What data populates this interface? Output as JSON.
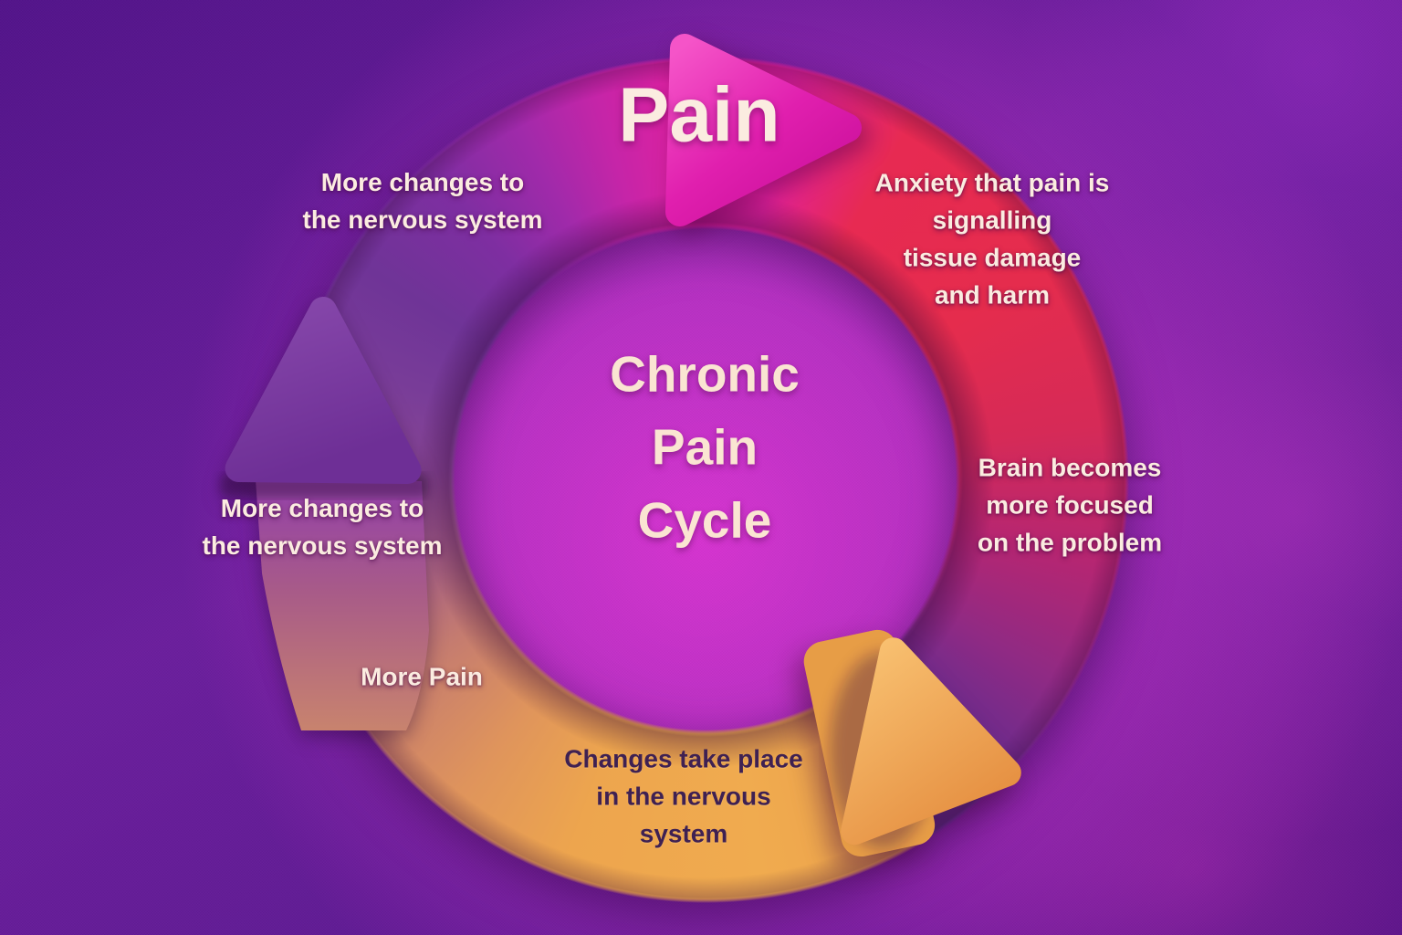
{
  "diagram": {
    "center_title": "Chronic\nPain\nCycle",
    "top_label": "Pain",
    "labels": {
      "anxiety": "Anxiety that pain is\nsignalling\ntissue damage\nand harm",
      "brain": "Brain becomes\nmore focused\non the problem",
      "changes": "Changes take place\nin the nervous\nsystem",
      "more_pain": "More Pain",
      "more_changes_left": "More changes to\nthe nervous system",
      "more_changes_top": "More changes to\nthe nervous system"
    }
  },
  "colors": {
    "text-cream": "#fbece0",
    "text-dark": "#3f2152",
    "magenta": "#de1f9f",
    "red": "#e62b4f",
    "dark-purple": "#5d2b88",
    "violet": "#7c3f98",
    "orange": "#eda44d",
    "mauve": "#b06a79",
    "bg-dark": "#55158a",
    "bg-glow": "#d334cf"
  }
}
